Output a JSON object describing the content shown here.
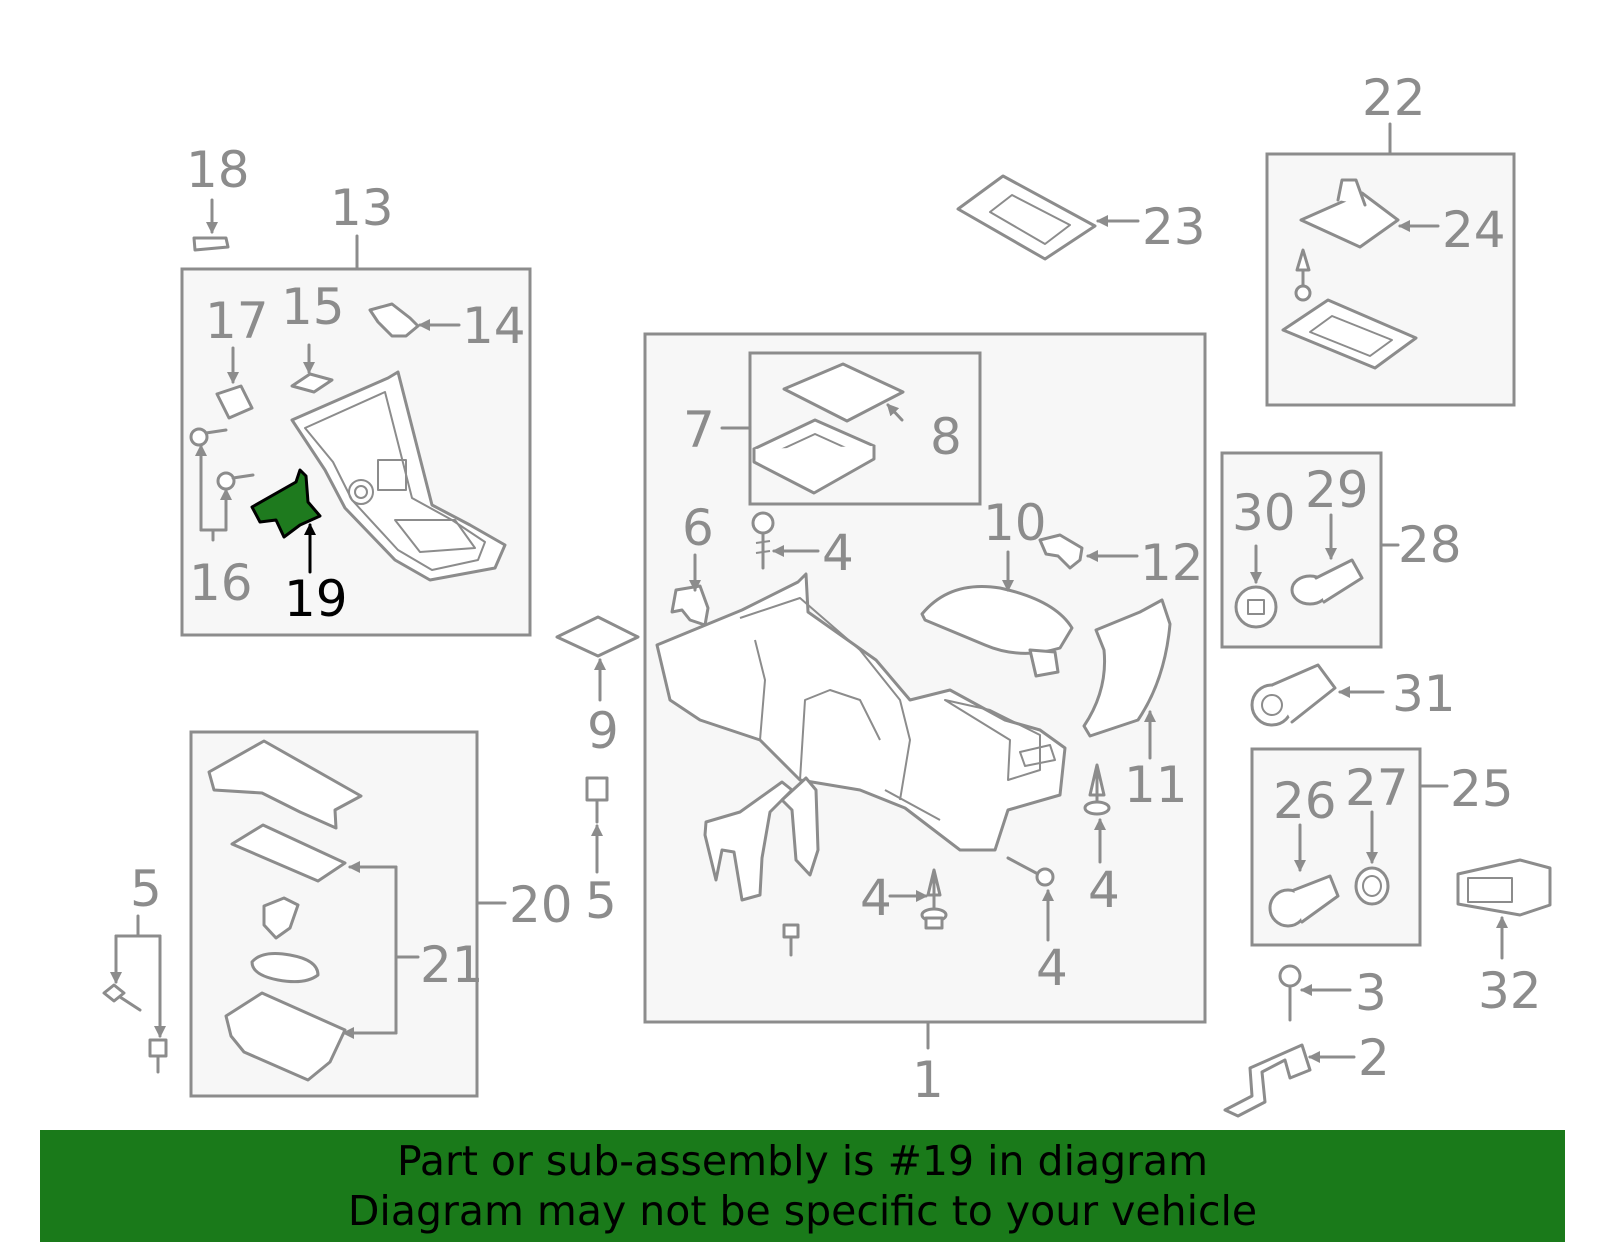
{
  "diagram": {
    "highlight_color": "#1a7a1a",
    "callouts": {
      "n1": "1",
      "n2": "2",
      "n3": "3",
      "n4a": "4",
      "n4b": "4",
      "n4c": "4",
      "n4d": "4",
      "n5a": "5",
      "n5b": "5",
      "n6": "6",
      "n7": "7",
      "n8": "8",
      "n9": "9",
      "n10": "10",
      "n11": "11",
      "n12": "12",
      "n13": "13",
      "n14": "14",
      "n15": "15",
      "n16": "16",
      "n17": "17",
      "n18": "18",
      "n19": "19",
      "n20": "20",
      "n21": "21",
      "n22": "22",
      "n23": "23",
      "n24": "24",
      "n25": "25",
      "n26": "26",
      "n27": "27",
      "n28": "28",
      "n29": "29",
      "n30": "30",
      "n31": "31",
      "n32": "32"
    }
  },
  "banner": {
    "line1": "Part or sub-assembly is #19 in diagram",
    "line2": "Diagram may not be specific to your vehicle"
  }
}
